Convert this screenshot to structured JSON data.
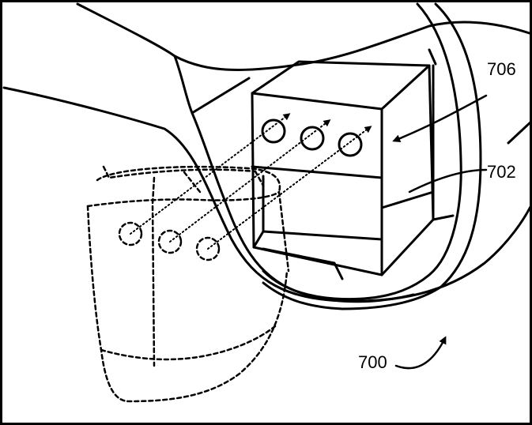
{
  "figure": {
    "labels": {
      "ref_700": "700",
      "ref_702": "702",
      "ref_706": "706"
    },
    "colors": {
      "ink": "#000000",
      "background": "#ffffff"
    }
  }
}
